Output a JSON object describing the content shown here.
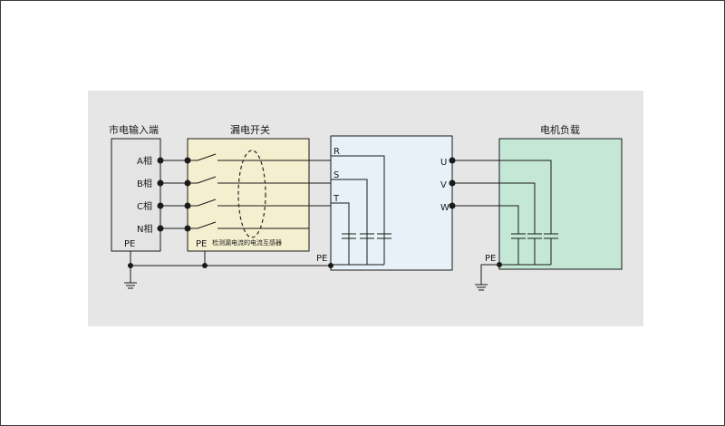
{
  "labels": {
    "mains_input": "市电输入端",
    "leakage_switch": "漏电开关",
    "motor_load": "电机负载",
    "ct_caption": "检测漏电流的电流互感器"
  },
  "phases_in": [
    "A相",
    "B相",
    "C相",
    "N相"
  ],
  "drive_inputs": [
    "R",
    "S",
    "T"
  ],
  "drive_outputs": [
    "U",
    "V",
    "W"
  ],
  "pe_label": "PE",
  "colors": {
    "panel_bg": "#e6e6e6",
    "switch_box": "#f4efcf",
    "drive_box": "#e7f1f7",
    "motor_box": "#c5e8d6",
    "wire": "#1a1a1a",
    "ct_loop": "#2a2a2a"
  },
  "icons": [
    "ground-icon",
    "capacitor-icon",
    "switch-contact-icon"
  ]
}
